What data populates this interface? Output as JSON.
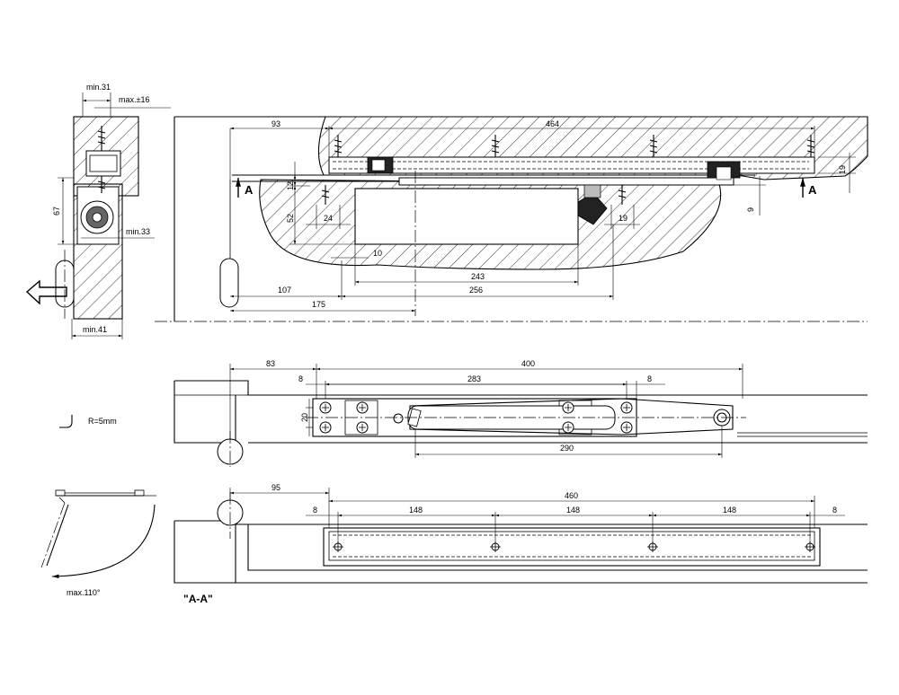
{
  "top_view": {
    "min31": "min.31",
    "max16": "max.±16",
    "d67": "67",
    "min33": "min.33",
    "min41": "min.41",
    "d93": "93",
    "d464": "464",
    "d12": "12",
    "d52": "52",
    "d24": "24",
    "d10": "10",
    "d243": "243",
    "d256": "256",
    "d107": "107",
    "d175": "175",
    "d19a": "19",
    "d19b": "19",
    "d9": "9",
    "sectionA": "A"
  },
  "middle_view": {
    "d83": "83",
    "d400": "400",
    "d8a": "8",
    "d283": "283",
    "d8b": "8",
    "d20": "20",
    "d290": "290",
    "radius": "R=5mm"
  },
  "bottom_view": {
    "d95": "95",
    "d460": "460",
    "d8a": "8",
    "d148a": "148",
    "d148b": "148",
    "d148c": "148",
    "d8b": "8",
    "max110": "max.110°",
    "section_label": "\"A-A\""
  }
}
